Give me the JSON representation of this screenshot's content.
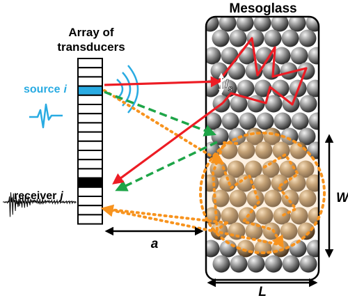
{
  "diagram": {
    "title": "Mesoglass",
    "array_label_line1": "Array of",
    "array_label_line2": "transducers",
    "source_label": "source",
    "source_index": "i",
    "receiver_label": "receiver",
    "receiver_index": "j",
    "distance_label": "a",
    "width_label": "W",
    "length_label": "L",
    "scattering_symbol": "l",
    "scattering_sub": "s",
    "transducer_count": 18,
    "source_element": 3,
    "receiver_element": 13,
    "colors": {
      "source": "#29abe2",
      "red_path": "#ed1c24",
      "green_path": "#1ea548",
      "orange_path": "#f7931e",
      "region_fill": "#fbd7a8",
      "bead_dark": "#3a3a3a",
      "bead_light": "#d9d9d9",
      "bead_brown_dark": "#6b4f2c",
      "bead_brown_light": "#e0c39a"
    }
  }
}
